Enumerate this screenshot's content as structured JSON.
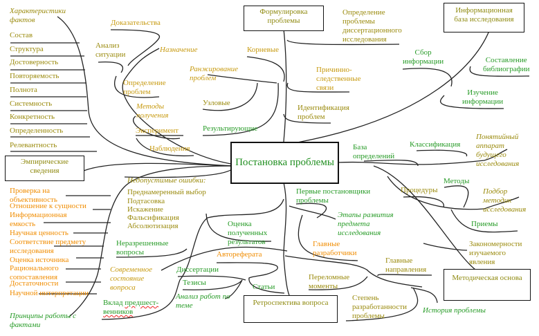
{
  "center": "Постановка проблемы",
  "boxes": {
    "formulation": "Формулировка\nпроблемы",
    "infobase": "Информационная\nбаза исследования",
    "empirical": "Эмпирические\nсведения",
    "retrospective": "Ретроспектива вопроса",
    "method": "Методическая основа"
  },
  "facts": {
    "title": "Характеристики\nфактов",
    "items": [
      "Состав",
      "Структура",
      "Достоверность",
      "Повторяемость",
      "Полнота",
      "Системность",
      "Конкретность",
      "Определенность",
      "Релевантность"
    ]
  },
  "analysis": {
    "proof": "Доказательства",
    "situation": "Анализ\nситуации",
    "purpose": "Назначение",
    "definition": "Определение\nпроблем",
    "methods": "Методы\nполучения",
    "experiment": "Эксперимент",
    "observation": "Наблюдения"
  },
  "ranking": {
    "title": "Ранжирование\nпроблем",
    "root": "Корневые",
    "nodal": "Узловые",
    "resulting": "Результирующие"
  },
  "formulation": {
    "definition": "Определение\nпроблемы\nдиссертационного\nисследования",
    "causal": "Причинно-\nследственные\nсвязи",
    "identification": "Идентификация\nпроблем"
  },
  "infobase": {
    "collect": "Сбор\nинформации",
    "bibliography": "Составление\nбиблиографии",
    "study": "Изучение\nинформации",
    "definitions": "База\nопределений",
    "classification": "Классификация",
    "apparatus": "Понятийный\nаппарат\nбудущего\nисследования"
  },
  "errors": {
    "title": "Недопустимые ошибки:",
    "items": [
      "Преднамеренный выбор",
      "Подтасовка",
      "Искажение",
      "Фальсификация",
      "Абсолютизация"
    ]
  },
  "principles": {
    "title": "Принципы работы с\nфактами",
    "items": [
      "Проверка на\nобъективность",
      "Отношение к сущности",
      "Информационная\nемкость",
      "Научная ценность",
      "Соответствие предмету\nисследования",
      "Оценка источника",
      "Рационального\nсопоставления",
      "Достаточности",
      "Научной интерпретации"
    ]
  },
  "state": {
    "title": "Современное\nсостояние\nвопроса",
    "unresolved": "Неразрешенные\nвопросы",
    "contribution_a": "Вклад ",
    "contribution_b": "предшест-",
    "contribution_c": "венников",
    "evaluation": "Оценка\nполученных\nрезультатов",
    "abstracts": "Автореферата",
    "dissertations": "Диссертации",
    "theses": "Тезисы",
    "works": "Анализ работ по\nтеме",
    "articles": "Статьи"
  },
  "history": {
    "first": "Первые постановщики\nпроблемы",
    "stages": "Этапы развития\nпредмета\nисследования",
    "developers": "Главные\nразработчики",
    "turning": "Переломные\nмоменты",
    "directions": "Главные\nнаправления",
    "degree": "Степень\nразработанности\nпроблемы",
    "title": "История проблемы"
  },
  "method": {
    "procedures": "Процедуры",
    "methods": "Методы",
    "selection": "Подбор\nметодик\nисследования",
    "techniques": "Приемы",
    "laws": "Закономерности\nизучаемого\nявления"
  }
}
